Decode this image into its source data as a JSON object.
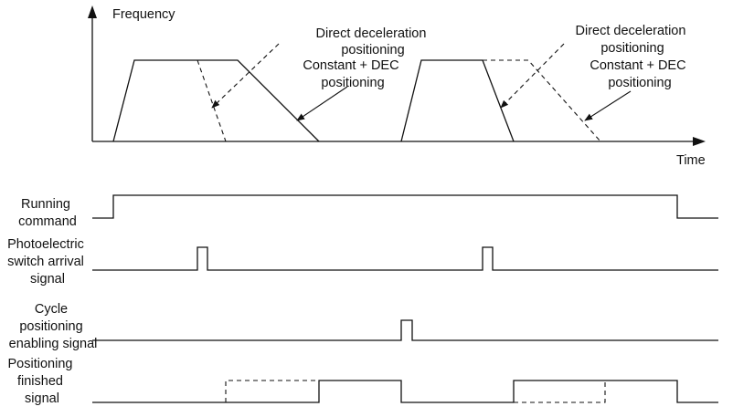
{
  "axes": {
    "y_label": "Frequency",
    "x_label": "Time"
  },
  "annotations": {
    "left_direct": [
      "Direct deceleration",
      "positioning"
    ],
    "left_constant": [
      "Constant + DEC",
      "positioning"
    ],
    "right_direct": [
      "Direct deceleration",
      "positioning"
    ],
    "right_constant": [
      "Constant + DEC",
      "positioning"
    ]
  },
  "signals": {
    "running_command": [
      "Running",
      "command"
    ],
    "photoelectric_switch": [
      "Photoelectric",
      "switch arrival",
      "signal"
    ],
    "cycle_positioning": [
      "Cycle",
      "positioning",
      "enabling signal"
    ],
    "positioning_finished": [
      "Positioning",
      "finished",
      "signal"
    ]
  }
}
